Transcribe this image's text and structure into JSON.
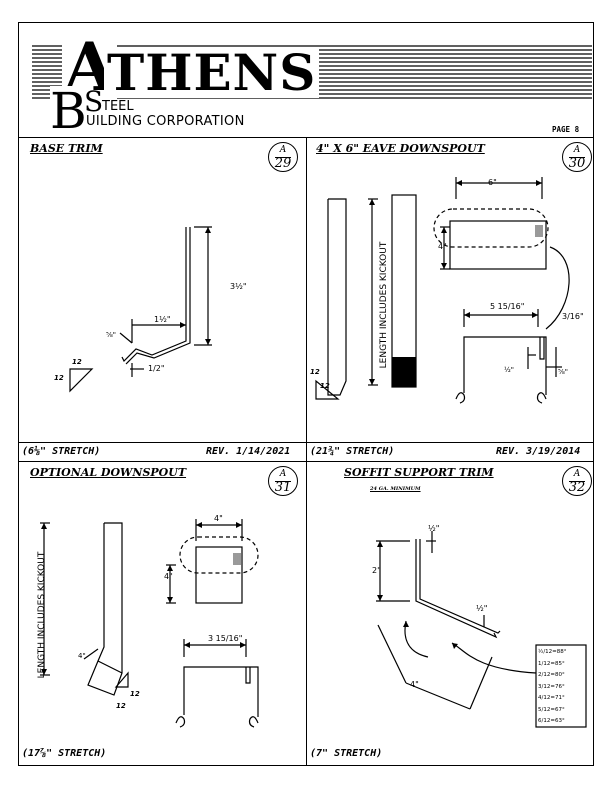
{
  "header": {
    "logo": {
      "big_a": "A",
      "thens": "THENS",
      "b": "B",
      "s": "S",
      "steel": "TEEL",
      "corp": "UILDING CORPORATION"
    },
    "page_label": "PAGE 8"
  },
  "panels": [
    {
      "title": "BASE TRIM",
      "badge_letter": "A",
      "badge_number": "29",
      "footer_left": "(6⅛\" STRETCH)",
      "footer_right": "REV. 1/14/2021",
      "dims": {
        "height": "3½\"",
        "step": "1½\"",
        "angle": "⅝\"",
        "hem": "1/2\"",
        "pitch_v": "12",
        "pitch_h": "12"
      }
    },
    {
      "title": "4\" X 6\" EAVE DOWNSPOUT",
      "badge_letter": "A",
      "badge_number": "30",
      "footer_left": "(21¾\" STRETCH)",
      "footer_right": "REV. 3/19/2014",
      "dims": {
        "width": "6\"",
        "depth": "4\"",
        "lip_width": "5 15/16\"",
        "lip": "3/16\"",
        "side_a": "½\"",
        "side_b": "⅝\"",
        "length_note": "LENGTH INCLUDES KICKOUT",
        "pitch_v": "12",
        "pitch_h": "12"
      }
    },
    {
      "title": "OPTIONAL DOWNSPOUT",
      "badge_letter": "A",
      "badge_number": "31",
      "footer_left": "(17⅞\" STRETCH)",
      "dims": {
        "width": "4\"",
        "depth": "4\"",
        "lip_width": "3 15/16\"",
        "kick": "4\"",
        "length_note": "LENGTH INCLUDES KICKOUT",
        "pitch_v": "12",
        "pitch_h": "12"
      }
    },
    {
      "title": "SOFFIT SUPPORT TRIM",
      "gauge": "24 GA. MINIMUM",
      "badge_letter": "A",
      "badge_number": "32",
      "footer_left": "(7\" STRETCH)",
      "dims": {
        "top": "½\"",
        "left": "2\"",
        "hem": "½\"",
        "bottom": "4\""
      },
      "pitch_table": [
        "½/12=88°",
        "1/12=85°",
        "2/12=80°",
        "3/12=76°",
        "4/12=71°",
        "5/12=67°",
        "6/12=63°"
      ]
    }
  ]
}
